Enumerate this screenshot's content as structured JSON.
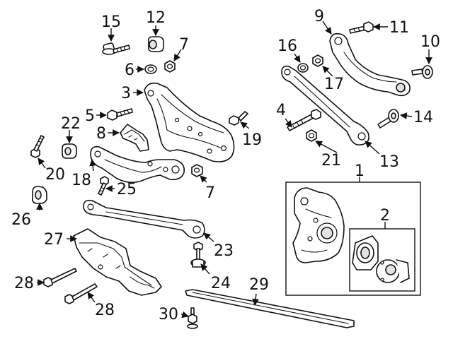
{
  "callouts": {
    "c1": "1",
    "c2": "2",
    "c3": "3",
    "c4": "4",
    "c5": "5",
    "c6": "6",
    "c7a": "7",
    "c7b": "7",
    "c8": "8",
    "c9": "9",
    "c10": "10",
    "c11": "11",
    "c12": "12",
    "c13": "13",
    "c14": "14",
    "c15": "15",
    "c16": "16",
    "c17": "17",
    "c18": "18",
    "c19": "19",
    "c20": "20",
    "c21": "21",
    "c22": "22",
    "c23": "23",
    "c24": "24",
    "c25": "25",
    "c26": "26",
    "c27": "27",
    "c28a": "28",
    "c28b": "28",
    "c29": "29",
    "c30": "30"
  },
  "colors": {
    "ink": "#111111",
    "fill": "#ffffff",
    "shade": "#e3e3e3"
  }
}
